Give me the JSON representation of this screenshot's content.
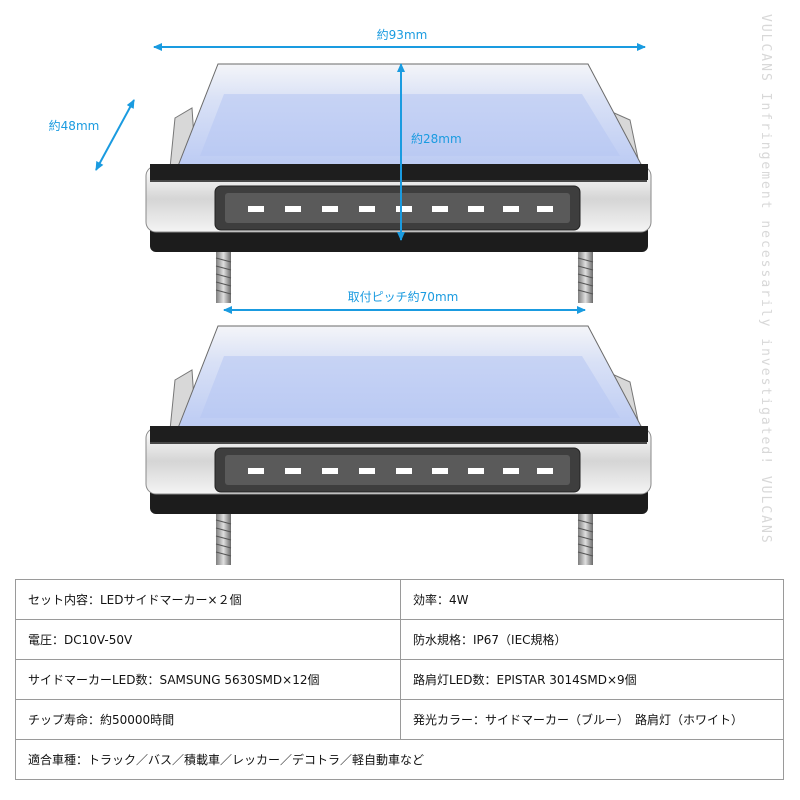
{
  "dimensions": {
    "width": "約93mm",
    "depth": "約48mm",
    "height": "約28mm",
    "pitch": "取付ピッチ約70mm"
  },
  "watermark_text": "VULCANS Infringement necessarily investigated! VULCANS",
  "specs": [
    [
      "セット内容：LEDサイドマーカー×２個",
      "効率：4W"
    ],
    [
      "電圧：DC10V-50V",
      "防水規格：IP67（IEC規格）"
    ],
    [
      "サイドマーカーLED数：SAMSUNG 5630SMD×12個",
      "路肩灯LED数：EPISTAR 3014SMD×9個"
    ],
    [
      "チップ寿命：約50000時間",
      "発光カラー：サイドマーカー（ブルー）　路肩灯（ホワイト）"
    ],
    [
      "適合車種：トラック／バス／積載車／レッカー／デコトラ／軽自動車など"
    ]
  ],
  "colors": {
    "dimension_blue": "#1a9be0",
    "lens_blue": "#c9d6f7",
    "chrome": "#e8e8e8",
    "base_black": "#1c1c1c",
    "led_white": "#ffffff"
  }
}
